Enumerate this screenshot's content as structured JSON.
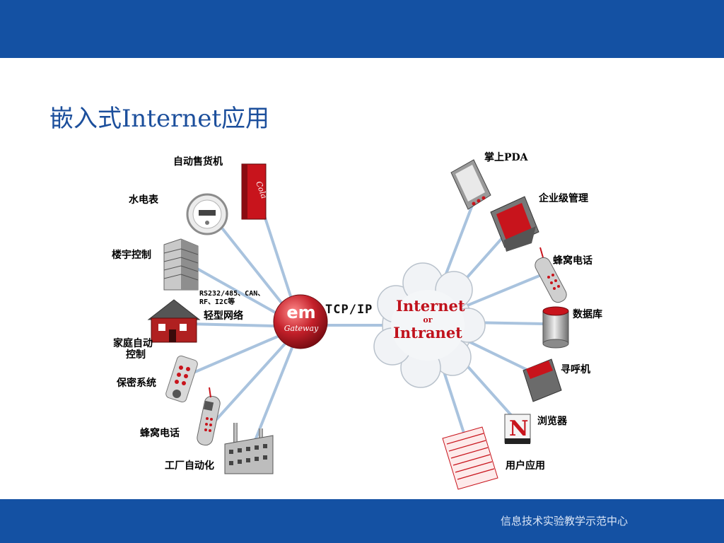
{
  "slide": {
    "title": "嵌入式Internet应用",
    "footer": "信息技术实验教学示范中心"
  },
  "diagram": {
    "gateway": {
      "main": "em",
      "sub": "Gateway"
    },
    "protocol": "TCP/IP",
    "cloud": {
      "line1": "Internet",
      "line2": "or",
      "line3": "Intranet"
    },
    "network_note": {
      "line1": "RS232/485、CAN、",
      "line2": "RF、I2C等",
      "line3": "轻型网络"
    },
    "left_devices": {
      "vending": "自动售货机",
      "meter": "水电表",
      "building": "楼宇控制",
      "home_line1": "家庭自动",
      "home_line2": "控制",
      "security": "保密系统",
      "cell": "蜂窝电话",
      "factory": "工厂自动化"
    },
    "right_devices": {
      "pda": "掌上PDA",
      "enterprise": "企业级管理",
      "cell": "蜂窝电话",
      "database": "数据库",
      "pager": "寻呼机",
      "browser": "浏览器",
      "browser_logo": "N",
      "user_app": "用户应用"
    },
    "colors": {
      "band": "#1451a3",
      "link": "#a9c3de",
      "gateway": "#c4202a",
      "cloud_text": "#c0121c"
    }
  }
}
